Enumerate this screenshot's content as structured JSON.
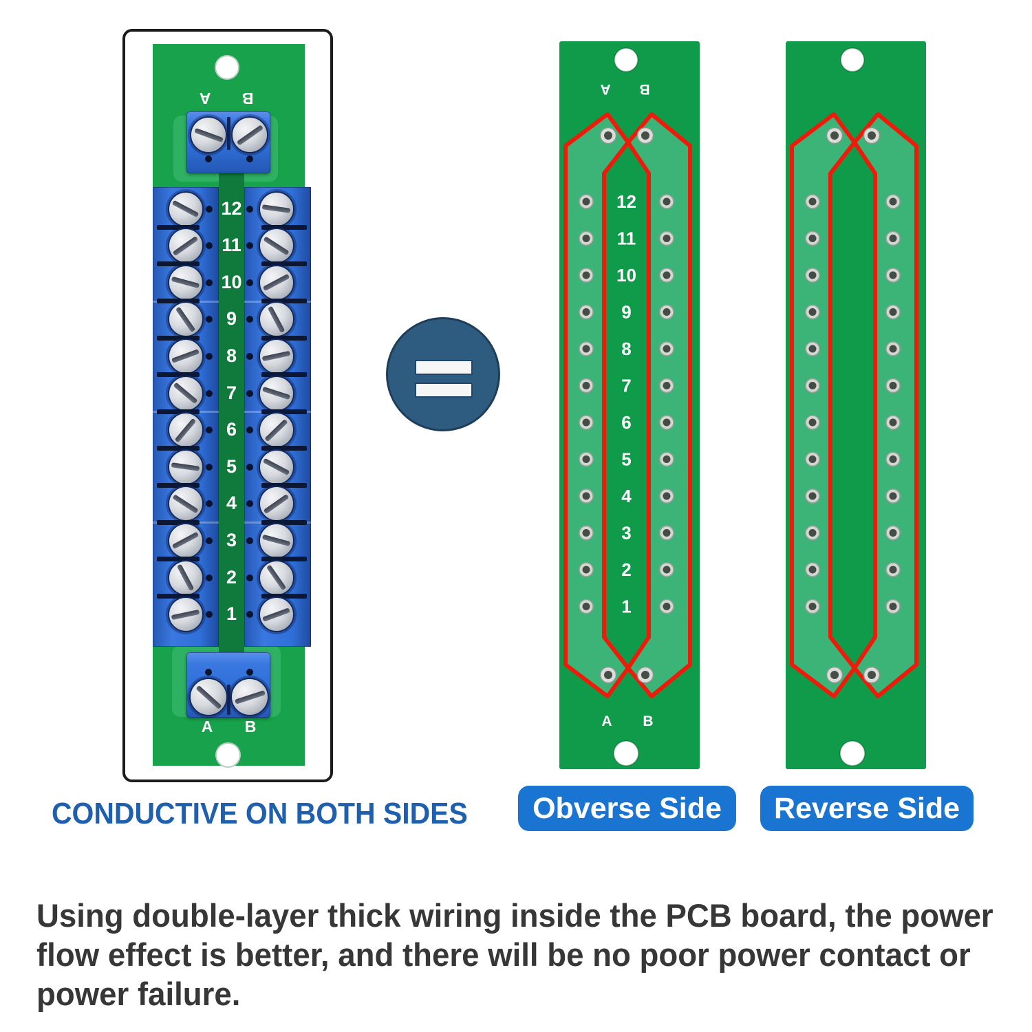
{
  "colors": {
    "background": "#ffffff",
    "photo_border": "#1c1c1c",
    "board_green": "#17a24b",
    "board_channel_green": "#0f7a3c",
    "pcb_green": "#0f9b4a",
    "trace_green": "#3cb478",
    "trace_outline_red": "#ee1b0b",
    "terminal_blue": "#2f6fd8",
    "screw_silver": "#d9dce0",
    "silkscreen_white": "#ffffff",
    "equals_circle_blue": "#2e5b80",
    "side_label_blue": "#1a75d2",
    "caption_blue": "#1e5fae",
    "paragraph_text": "#373737"
  },
  "left_panel": {
    "caption": "CONDUCTIVE ON BOTH SIDES",
    "top_terminal_labels": [
      "A",
      "B"
    ],
    "bottom_terminal_labels": [
      "A",
      "B"
    ],
    "channel_numbers": [
      "12",
      "11",
      "10",
      "9",
      "8",
      "7",
      "6",
      "5",
      "4",
      "3",
      "2",
      "1"
    ]
  },
  "equals_icon": "=",
  "obverse_board": {
    "label": "Obverse Side",
    "top_silk_labels": [
      "A",
      "B"
    ],
    "bottom_silk_labels": [
      "A",
      "B"
    ],
    "channel_numbers": [
      "12",
      "11",
      "10",
      "9",
      "8",
      "7",
      "6",
      "5",
      "4",
      "3",
      "2",
      "1"
    ]
  },
  "reverse_board": {
    "label": "Reverse Side"
  },
  "paragraph": {
    "lines": [
      "Using double-layer thick wiring inside the PCB board, the power",
      "flow effect is better, and there will be no poor power contact or",
      "power failure."
    ]
  }
}
